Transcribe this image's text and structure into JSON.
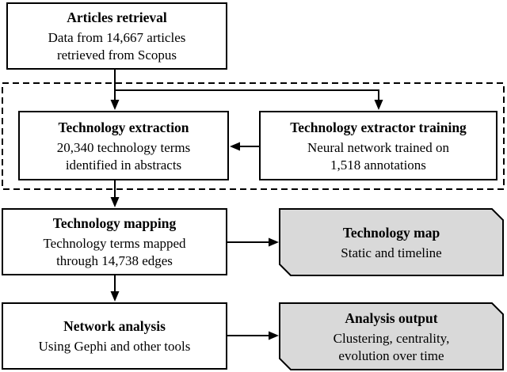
{
  "figure": {
    "type": "flowchart",
    "background": "#ffffff",
    "colors": {
      "line": "#000000",
      "process_fill": "#ffffff",
      "output_fill": "#d9d9d9",
      "border": "#000000",
      "text": "#000000"
    }
  },
  "nodes": {
    "articles_retrieval": {
      "title": "Articles retrieval",
      "lines": [
        "Data from 14,667 articles",
        "retrieved from Scopus"
      ]
    },
    "technology_extraction": {
      "title": "Technology extraction",
      "lines": [
        "20,340 technology terms",
        "identified in abstracts"
      ]
    },
    "extractor_training": {
      "title": "Technology extractor training",
      "lines": [
        "Neural network trained on",
        "1,518 annotations"
      ]
    },
    "technology_mapping": {
      "title": "Technology mapping",
      "lines": [
        "Technology terms mapped",
        "through 14,738 edges"
      ]
    },
    "technology_map": {
      "title": "Technology map",
      "lines": [
        "Static and timeline"
      ]
    },
    "network_analysis": {
      "title": "Network analysis",
      "lines": [
        "Using Gephi and other tools"
      ]
    },
    "analysis_output": {
      "title": "Analysis output",
      "lines": [
        "Clustering, centrality,",
        "evolution over time"
      ]
    }
  }
}
